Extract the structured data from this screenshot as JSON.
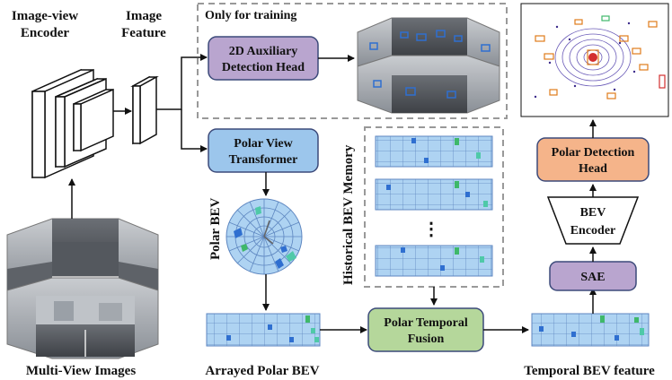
{
  "labels": {
    "image_view_encoder_line1": "Image-view",
    "image_view_encoder_line2": "Encoder",
    "image_feature_line1": "Image",
    "image_feature_line2": "Feature",
    "only_for_training": "Only for training",
    "aux_head_line1": "2D Auxiliary",
    "aux_head_line2": "Detection Head",
    "polar_view_transformer_line1": "Polar View",
    "polar_view_transformer_line2": "Transformer",
    "polar_bev": "Polar BEV",
    "historical_bev_memory": "Historical BEV Memory",
    "ellipsis": "⋮",
    "polar_temporal_fusion_line1": "Polar Temporal",
    "polar_temporal_fusion_line2": "Fusion",
    "sae": "SAE",
    "bev_encoder_line1": "BEV",
    "bev_encoder_line2": "Encoder",
    "polar_detection_head_line1": "Polar Detection",
    "polar_detection_head_line2": "Head",
    "multi_view_images": "Multi-View Images",
    "arrayed_polar_bev": "Arrayed Polar BEV",
    "temporal_bev_feature": "Temporal BEV feature"
  },
  "colors": {
    "purple_box": "#b9a5cf",
    "blue_box": "#9cc6ec",
    "green_box": "#b5d79b",
    "orange_box": "#f5b48a",
    "grid_fill": "#aed3f2",
    "grid_line": "#5d86c0",
    "accent_teal": "#4fc9a8",
    "accent_blue": "#2f6fd0",
    "accent_green": "#3fb86a"
  }
}
